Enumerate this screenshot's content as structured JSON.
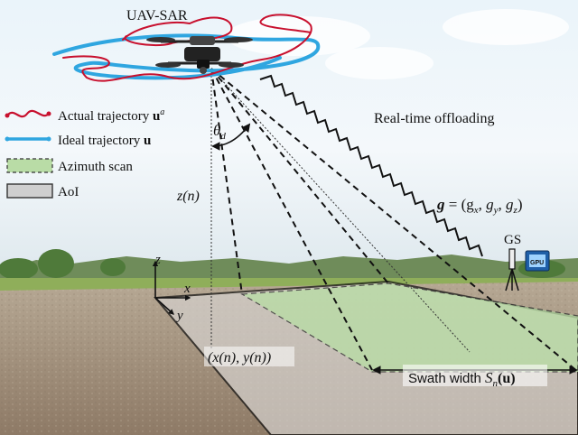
{
  "title": "UAV-SAR",
  "legend": {
    "actual": {
      "text": "Actual trajectory ",
      "bold": "u",
      "sup": "a",
      "color": "#c8102e"
    },
    "ideal": {
      "text": "Ideal trajectory ",
      "bold": "u",
      "color": "#2fa6e0"
    },
    "azimuth": {
      "text": "Azimuth scan",
      "color": "#8fc88a"
    },
    "aoi": {
      "text": "AoI",
      "color": "#bfbfbf"
    }
  },
  "labels": {
    "offloading": "Real-time offloading",
    "gs": "GS",
    "gpu": "GPU",
    "theta": "θ",
    "theta_sub": "d",
    "zn": "z(n)",
    "xy": "(x(n), y(n))",
    "swath_text": "Swath width ",
    "swath_sym": "S",
    "swath_sub": "n",
    "swath_arg": "(u)",
    "g_vec": "g",
    "g_eq": " = (g",
    "g_x": "x",
    "g_mid1": ", g",
    "g_y": "y",
    "g_mid2": ", g",
    "g_z": "z",
    "g_end": ")",
    "axis_x": "x",
    "axis_y": "y",
    "axis_z": "z"
  }
}
